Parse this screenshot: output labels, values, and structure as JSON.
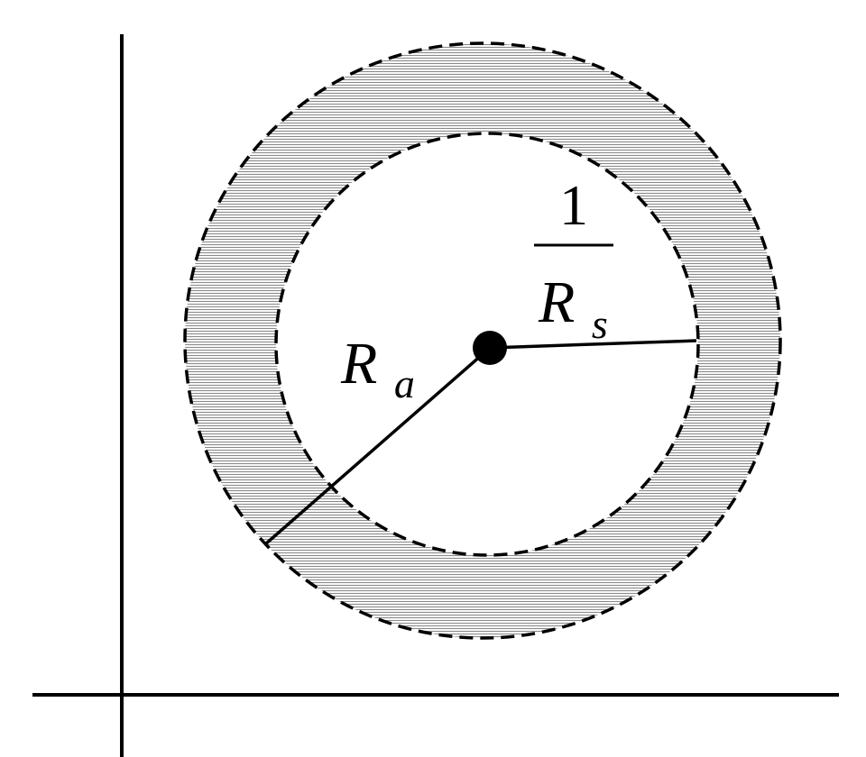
{
  "labels": {
    "numerator": "1",
    "rs_main": "R",
    "rs_sub": "s",
    "ra_main": "R",
    "ra_sub": "a"
  },
  "colors": {
    "stroke": "#000000",
    "hatch_line": "#7a7a7a",
    "background": "#ffffff"
  }
}
